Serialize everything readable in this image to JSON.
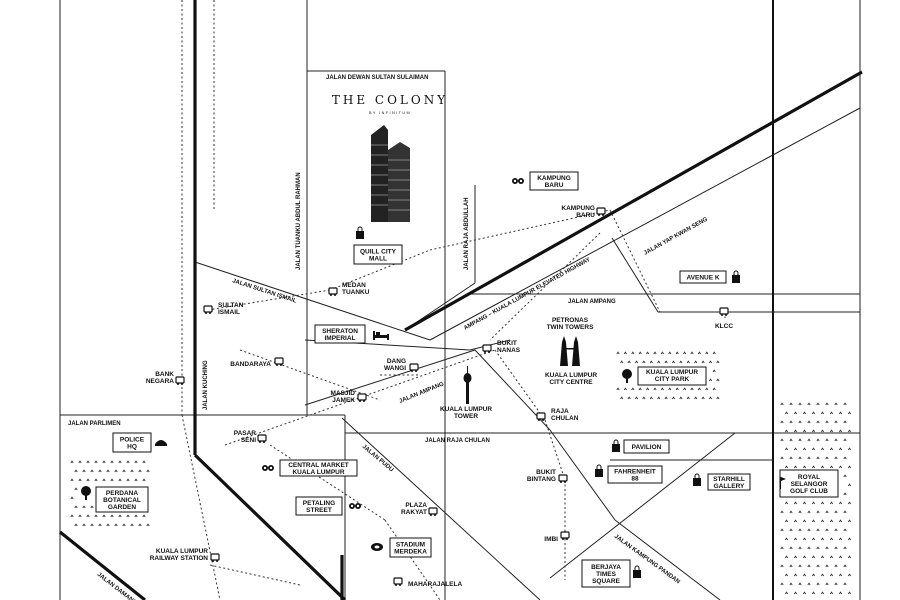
{
  "brand": {
    "title": "THE COLONY",
    "subtitle": "BY INFINITUM"
  },
  "roads": {
    "dewan_sultan": "JALAN DEWAN SULTAN SULAIMAN",
    "tuanku_abdul_rahman": "JALAN TUANKU ABDUL RAHMAN",
    "raja_abdullah": "JALAN RAJA ABDULLAH",
    "sultan_ismail": "JALAN SULTAN ISMAIL",
    "highway": "AMPANG – KUALA LUMPUR ELEVATED HIGHWAY",
    "yap_kwan_seng": "JALAN YAP KWAN SENG",
    "ampang_east": "JALAN AMPANG",
    "ampang_west": "JALAN AMPANG",
    "kuching": "JALAN KUCHING",
    "parlimen": "JALAN PARLIMEN",
    "raja_chulan": "JALAN RAJA CHULAN",
    "pudu": "JALAN PUDU",
    "kampung_pandan": "JALAN KAMPUNG PANDAN",
    "damansara": "JALAN DAMANSARA"
  },
  "stations": {
    "kampung_baru": [
      "KAMPUNG",
      "BARU"
    ],
    "medan_tuanku": [
      "MEDAN",
      "TUANKU"
    ],
    "sultan_ismail": [
      "SULTAN",
      "ISMAIL"
    ],
    "klcc": [
      "KLCC"
    ],
    "bukit_nanas": [
      "BUKIT",
      "NANAS"
    ],
    "bandaraya": [
      "BANDARAYA"
    ],
    "bank_negara": [
      "BANK",
      "NEGARA"
    ],
    "dang_wangi": [
      "DANG",
      "WANGI"
    ],
    "masjid_jamek": [
      "MASJID",
      "JAMEK"
    ],
    "raja_chulan": [
      "RAJA",
      "CHULAN"
    ],
    "pasar_seni": [
      "PASAR",
      "SENI"
    ],
    "plaza_rakyat": [
      "PLAZA",
      "RAKYAT"
    ],
    "bukit_bintang": [
      "BUKIT",
      "BINTANG"
    ],
    "imbi": [
      "IMBI"
    ],
    "kl_railway": [
      "KUALA LUMPUR",
      "RAILWAY STATION"
    ],
    "maharajalela": [
      "MAHARAJALELA"
    ]
  },
  "landmarks": {
    "kampung_baru_box": [
      "KAMPUNG",
      "BARU"
    ],
    "quill_city_mall": [
      "QUILL CITY",
      "MALL"
    ],
    "avenue_k": [
      "AVENUE K"
    ],
    "sheraton": [
      "SHERATON",
      "IMPERIAL"
    ],
    "petronas": [
      "PETRONAS",
      "TWIN TOWERS"
    ],
    "klcc_mall": [
      "KUALA LUMPUR",
      "CITY CENTRE"
    ],
    "kl_city_park": [
      "KUALA LUMPUR",
      "CITY PARK"
    ],
    "kl_tower": [
      "KUALA LUMPUR",
      "TOWER"
    ],
    "police_hq": [
      "POLICE",
      "HQ"
    ],
    "perdana": [
      "PERDANA",
      "BOTANICAL",
      "GARDEN"
    ],
    "central_market": [
      "CENTRAL MARKET",
      "KUALA LUMPUR"
    ],
    "pavilion": [
      "PAVILION"
    ],
    "fahrenheit": [
      "FAHRENHEIT",
      "88"
    ],
    "starhill": [
      "STARHILL",
      "GALLERY"
    ],
    "royal_selangor": [
      "ROYAL",
      "SELANGOR",
      "GOLF CLUB"
    ],
    "petaling_street": [
      "PETALING",
      "STREET"
    ],
    "stadium_merdeka": [
      "STADIUM",
      "MERDEKA"
    ],
    "berjaya": [
      "BERJAYA",
      "TIMES",
      "SQUARE"
    ]
  }
}
